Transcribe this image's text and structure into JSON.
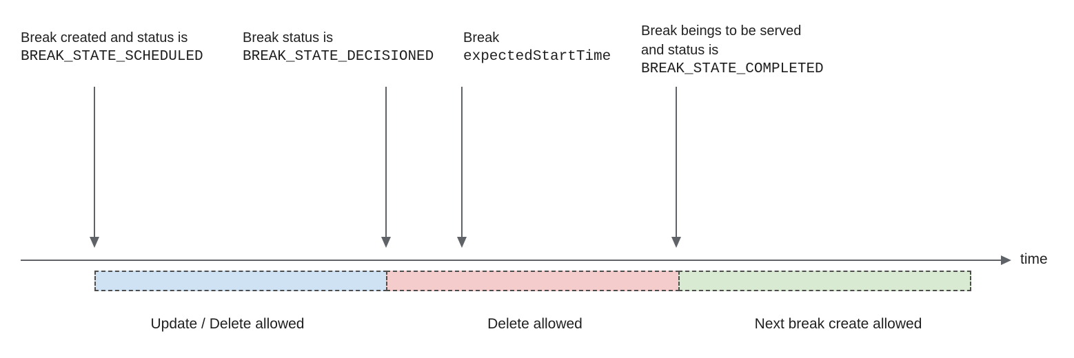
{
  "colors": {
    "arrow": "#5f6368",
    "box_border": "#4d4d4d",
    "text": "#1f1f1f",
    "segment_blue": "#cfe2f3",
    "segment_red": "#f4cccc",
    "segment_green": "#d9ead3"
  },
  "annotations": [
    {
      "line1": "Break created and status is",
      "code": "BREAK_STATE_SCHEDULED"
    },
    {
      "line1": "Break status is",
      "code": "BREAK_STATE_DECISIONED"
    },
    {
      "line1": "Break",
      "code": "expectedStartTime"
    },
    {
      "line1": "Break beings to be served",
      "line2": "and status is",
      "code": "BREAK_STATE_COMPLETED"
    }
  ],
  "timeline": {
    "axis_label": "time"
  },
  "segments": [
    {
      "label": "Update / Delete allowed",
      "fill": "#cfe2f3"
    },
    {
      "label": "Delete allowed",
      "fill": "#f4cccc"
    },
    {
      "label": "Next break create allowed",
      "fill": "#d9ead3"
    }
  ]
}
